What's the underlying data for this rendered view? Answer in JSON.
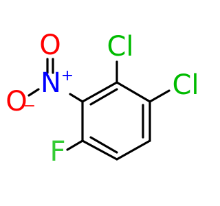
{
  "molecule": {
    "atoms": {
      "cl_top": {
        "symbol": "Cl",
        "color": "#00bb00"
      },
      "cl_right": {
        "symbol": "Cl",
        "color": "#00bb00"
      },
      "fluorine": {
        "symbol": "F",
        "color": "#33cc33"
      },
      "nitrogen": {
        "symbol": "N",
        "color": "#0000ff",
        "charge": "+"
      },
      "oxygen_top": {
        "symbol": "O",
        "color": "#ff0000"
      },
      "oxygen_left": {
        "symbol": "O",
        "color": "#ff0000",
        "charge": "−"
      }
    },
    "bond_color": "#000000"
  }
}
